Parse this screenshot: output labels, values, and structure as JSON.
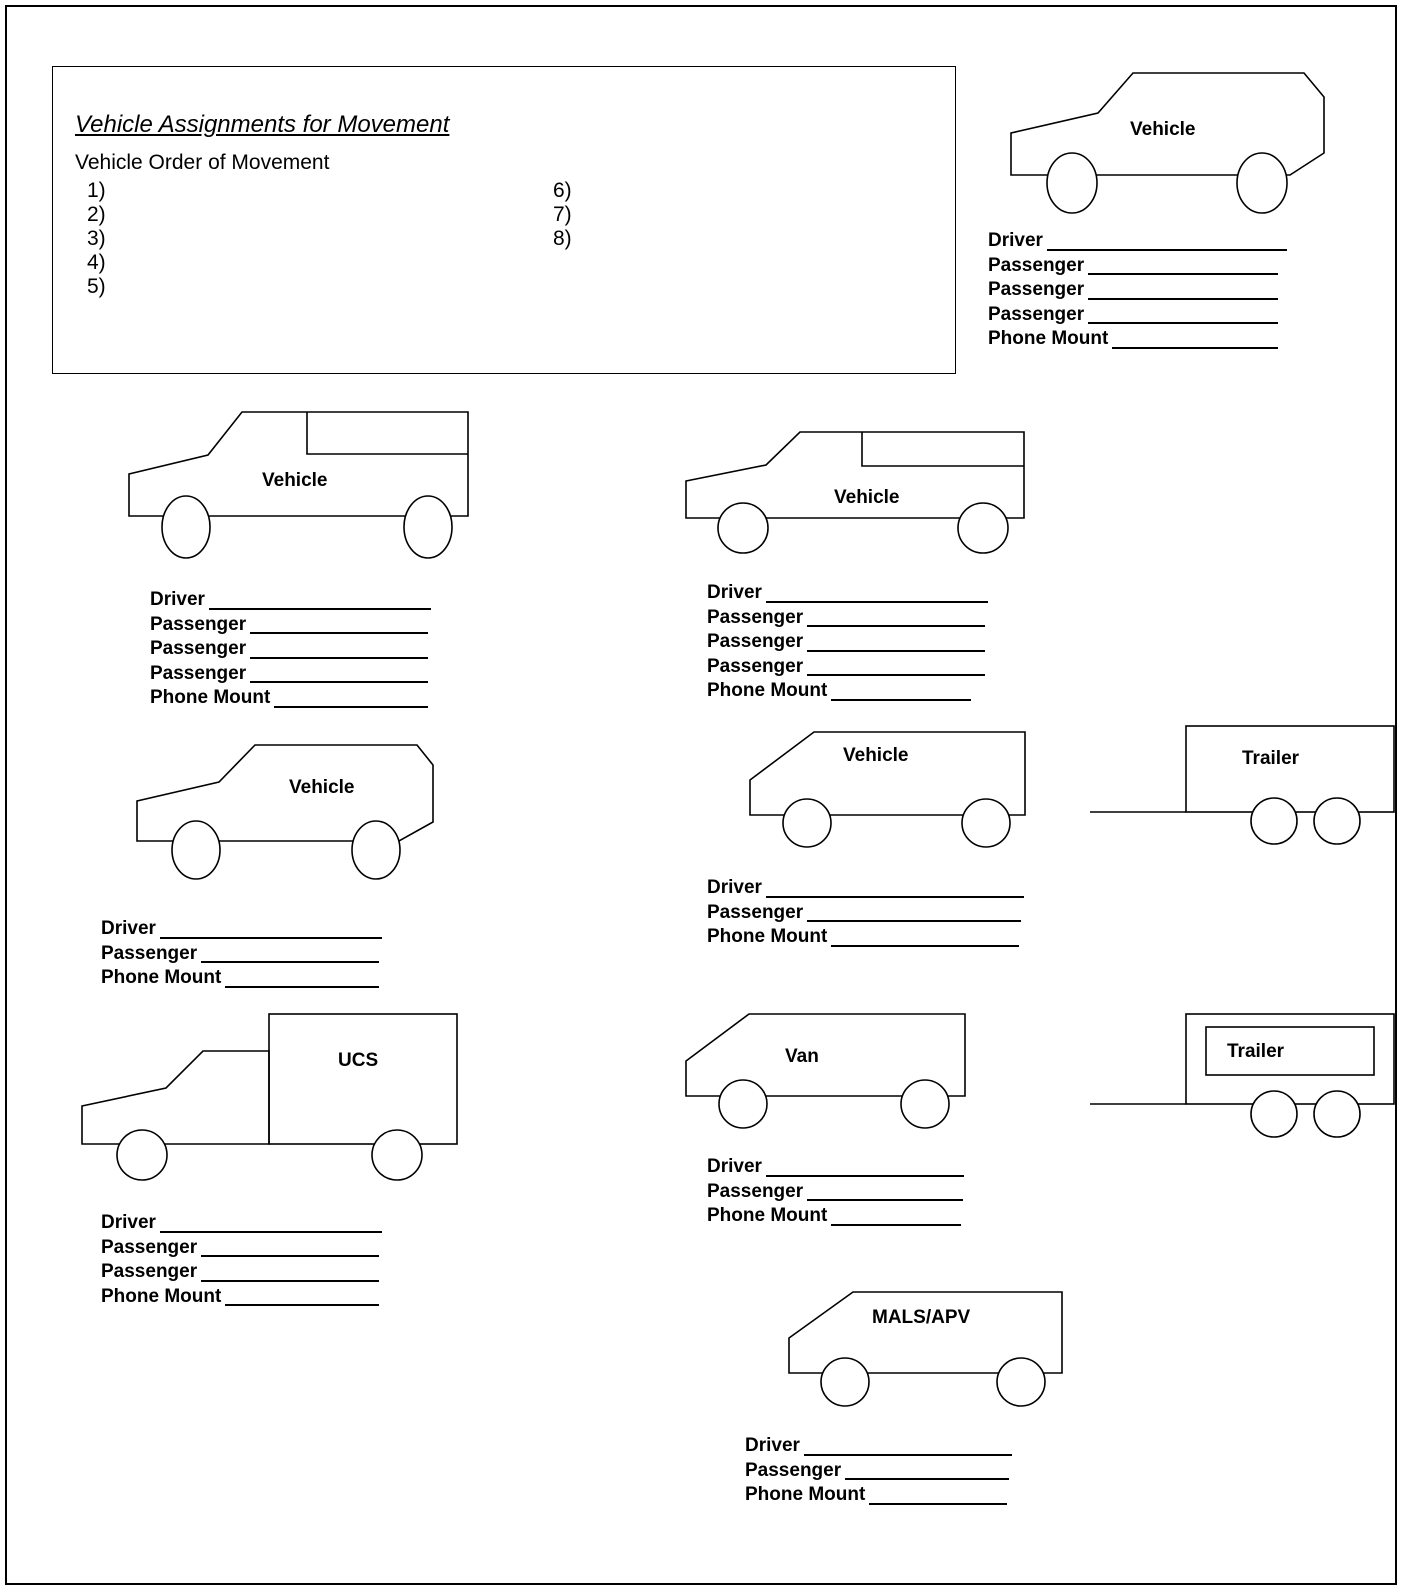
{
  "order": {
    "title": "Vehicle Assignments for Movement",
    "subtitle": "Vehicle Order of Movement",
    "items_left": [
      "1)",
      "2)",
      "3)",
      "4)",
      "5)"
    ],
    "items_right": [
      "6)",
      "7)",
      "8)"
    ]
  },
  "vehicles": {
    "top_right_suv": "Vehicle",
    "pickup_left": "Vehicle",
    "pickup_right": "Vehicle",
    "suv_left": "Vehicle",
    "van_mid": "Vehicle",
    "trailer_1": "Trailer",
    "ucs_truck": "UCS",
    "van_2": "Van",
    "trailer_2": "Trailer",
    "mals_apv": "MALS/APV"
  },
  "roles": {
    "driver": "Driver",
    "passenger": "Passenger",
    "phone_mount": "Phone Mount"
  }
}
